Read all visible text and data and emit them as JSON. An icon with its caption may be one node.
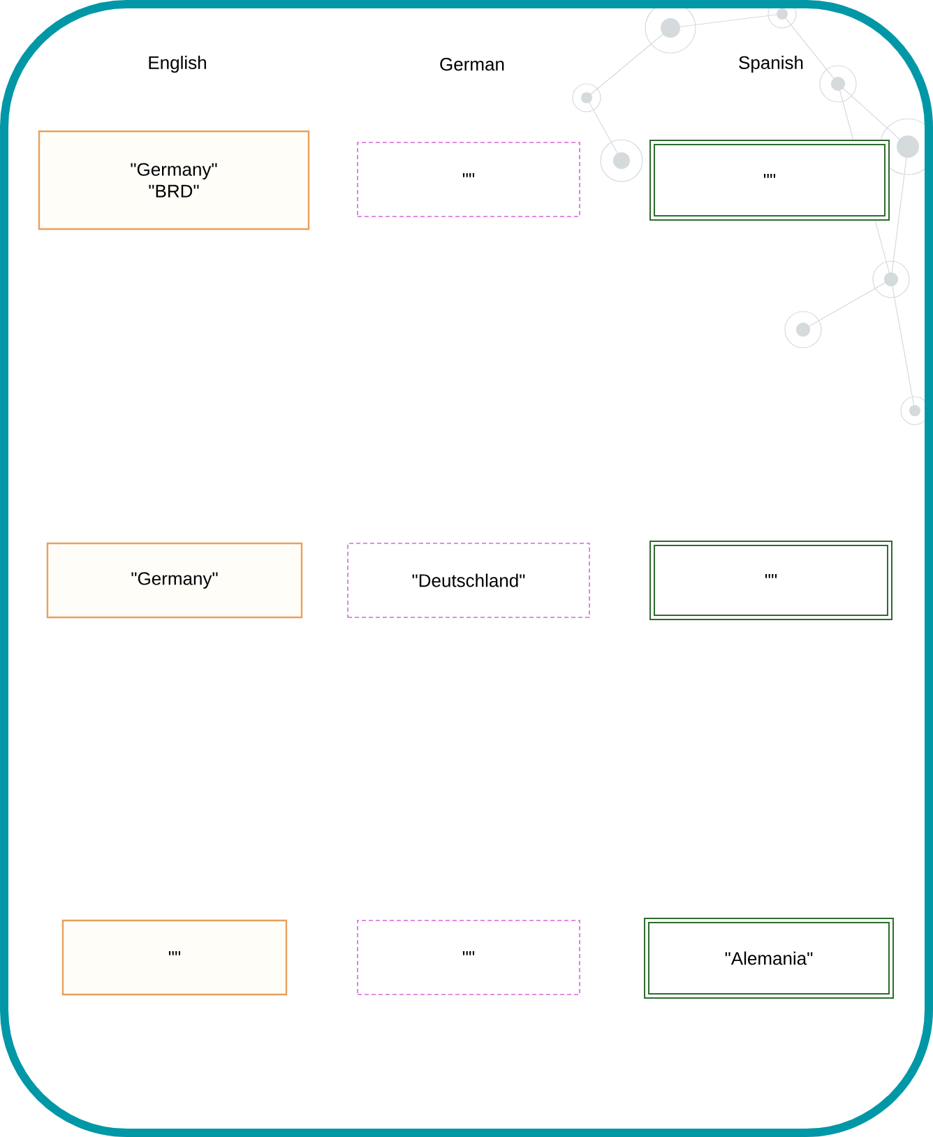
{
  "diagram": {
    "nodes": [
      {
        "text": [
          "\"Germany\" \"BRD\""
        ]
      },
      {
        "text": [
          "\"\""
        ]
      },
      {
        "text": [
          "\"\""
        ]
      },
      {
        "text": [
          "\"Germany\""
        ]
      },
      {
        "text": [
          "\"Deutschland\""
        ]
      },
      {
        "text": [
          "\"\""
        ]
      },
      {
        "text": [
          "\"\""
        ]
      },
      {
        "text": [
          "\"\""
        ]
      },
      {
        "text": [
          "\"Alemania\""
        ]
      }
    ],
    "labels": [
      "English",
      "German",
      "Spanish"
    ]
  }
}
